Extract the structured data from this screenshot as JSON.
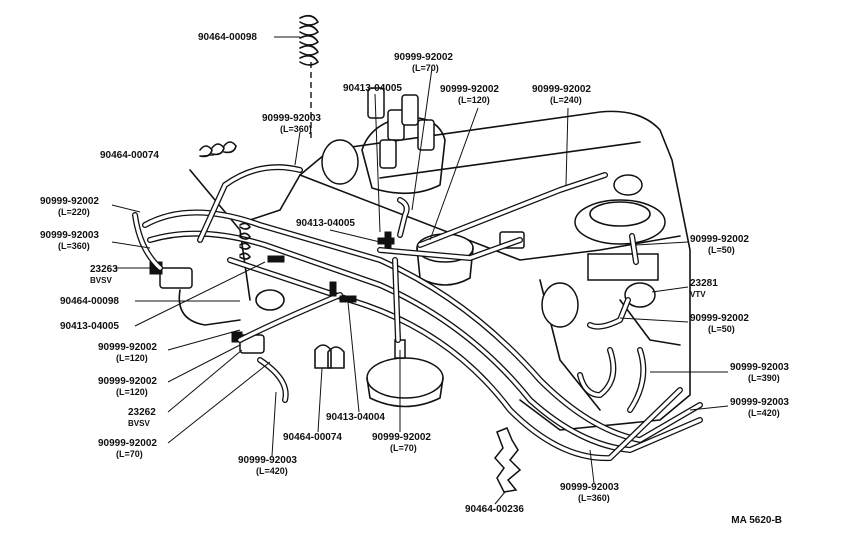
{
  "labels": {
    "clip_top": {
      "pn": "90464-00098"
    },
    "clip_left": {
      "pn": "90464-00074"
    },
    "hose_220": {
      "pn": "90999-92002",
      "len": "(L=220)"
    },
    "hose_360_left": {
      "pn": "90999-92003",
      "len": "(L=360)"
    },
    "bvsv_upper": {
      "pn": "23263",
      "sub": "BVSV"
    },
    "clip_mid_left": {
      "pn": "90464-00098"
    },
    "tee_left": {
      "pn": "90413-04005"
    },
    "hose_120_a": {
      "pn": "90999-92002",
      "len": "(L=120)"
    },
    "hose_120_b": {
      "pn": "90999-92002",
      "len": "(L=120)"
    },
    "bvsv_lower": {
      "pn": "23262",
      "sub": "BVSV"
    },
    "hose_70_left": {
      "pn": "90999-92002",
      "len": "(L=70)"
    },
    "hose_420_bottom": {
      "pn": "90999-92003",
      "len": "(L=420)"
    },
    "clip_bottom": {
      "pn": "90464-00074"
    },
    "tee_bottom": {
      "pn": "90413-04004"
    },
    "hose_70_bottom": {
      "pn": "90999-92002",
      "len": "(L=70)"
    },
    "clip_236": {
      "pn": "90464-00236"
    },
    "hose_360_bottom": {
      "pn": "90999-92003",
      "len": "(L=360)"
    },
    "hose_360_top": {
      "pn": "90999-92003",
      "len": "(L=360)"
    },
    "tee_top": {
      "pn": "90413-04005"
    },
    "hose_70_top": {
      "pn": "90999-92002",
      "len": "(L=70)"
    },
    "hose_120_top": {
      "pn": "90999-92002",
      "len": "(L=120)"
    },
    "hose_240_top": {
      "pn": "90999-92002",
      "len": "(L=240)"
    },
    "tee_mid": {
      "pn": "90413-04005"
    },
    "hose_50_upper": {
      "pn": "90999-92002",
      "len": "(L=50)"
    },
    "vtv": {
      "pn": "23281",
      "sub": "VTV"
    },
    "hose_50_lower": {
      "pn": "90999-92002",
      "len": "(L=50)"
    },
    "hose_390": {
      "pn": "90999-92003",
      "len": "(L=390)"
    },
    "hose_420_right": {
      "pn": "90999-92003",
      "len": "(L=420)"
    }
  },
  "drawing_code": "MA 5620-B"
}
